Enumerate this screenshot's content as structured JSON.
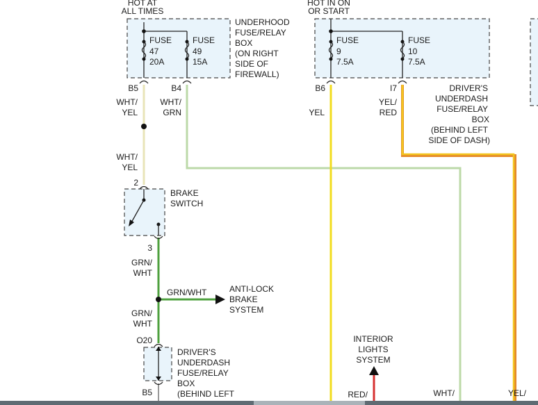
{
  "labels": {
    "hot_at_1": "HOT AT",
    "hot_at_2": "ALL TIMES",
    "hot_in_1": "HOT IN ON",
    "hot_in_2": "OR START",
    "underhood_1": "UNDERHOOD",
    "underhood_2": "FUSE/RELAY",
    "underhood_3": "BOX",
    "underhood_4": "(ON RIGHT",
    "underhood_5": "SIDE OF",
    "underhood_6": "FIREWALL)",
    "fuse": "FUSE",
    "fuse47_num": "47",
    "fuse47_amp": "20A",
    "fuse49_num": "49",
    "fuse49_amp": "15A",
    "fuse9_num": "9",
    "fuse9_amp": "7.5A",
    "fuse10_num": "10",
    "fuse10_amp": "7.5A",
    "drv_1": "DRIVER'S",
    "drv_2": "UNDERDASH",
    "drv_3": "FUSE/RELAY",
    "drv_4": "BOX",
    "drv_5": "(BEHIND LEFT",
    "drv_6": "SIDE OF DASH)",
    "b5": "B5",
    "b4": "B4",
    "b6": "B6",
    "i7": "I7",
    "wht_yel_1a": "WHT/",
    "wht_yel_1b": "YEL",
    "wht_grn_a": "WHT/",
    "wht_grn_b": "GRN",
    "yel": "YEL",
    "yel_red_a": "YEL/",
    "yel_red_b": "RED",
    "wht_yel_2a": "WHT/",
    "wht_yel_2b": "YEL",
    "pin2": "2",
    "brake_1": "BRAKE",
    "brake_2": "SWITCH",
    "pin3": "3",
    "grn_wht_1a": "GRN/",
    "grn_wht_1b": "WHT",
    "grn_wht_h": "GRN/WHT",
    "abs_1": "ANTI-LOCK",
    "abs_2": "BRAKE",
    "abs_3": "SYSTEM",
    "grn_wht_2a": "GRN/",
    "grn_wht_2b": "WHT",
    "o20": "O20",
    "drv2_1": "DRIVER'S",
    "drv2_2": "UNDERDASH",
    "drv2_3": "FUSE/RELAY",
    "drv2_4": "BOX",
    "drv2_5": "(BEHIND LEFT",
    "b5_bottom": "B5",
    "interior_1": "INTERIOR",
    "interior_2": "LIGHTS",
    "interior_3": "SYSTEM",
    "red_slash": "RED/",
    "wht_slash": "WHT/",
    "yel_slash": "YEL/"
  },
  "colors": {
    "wire_wht_yel": "#f3eec0",
    "wire_wht_grn": "#c8e0b6",
    "wire_yel": "#f2dc1e",
    "wire_yel_red": "#f0c020",
    "wire_yel_red_shadow": "#e07a20",
    "wire_grn_wht": "#4ea03e",
    "wire_red": "#d63030",
    "box_fill": "#e9f4fb"
  }
}
